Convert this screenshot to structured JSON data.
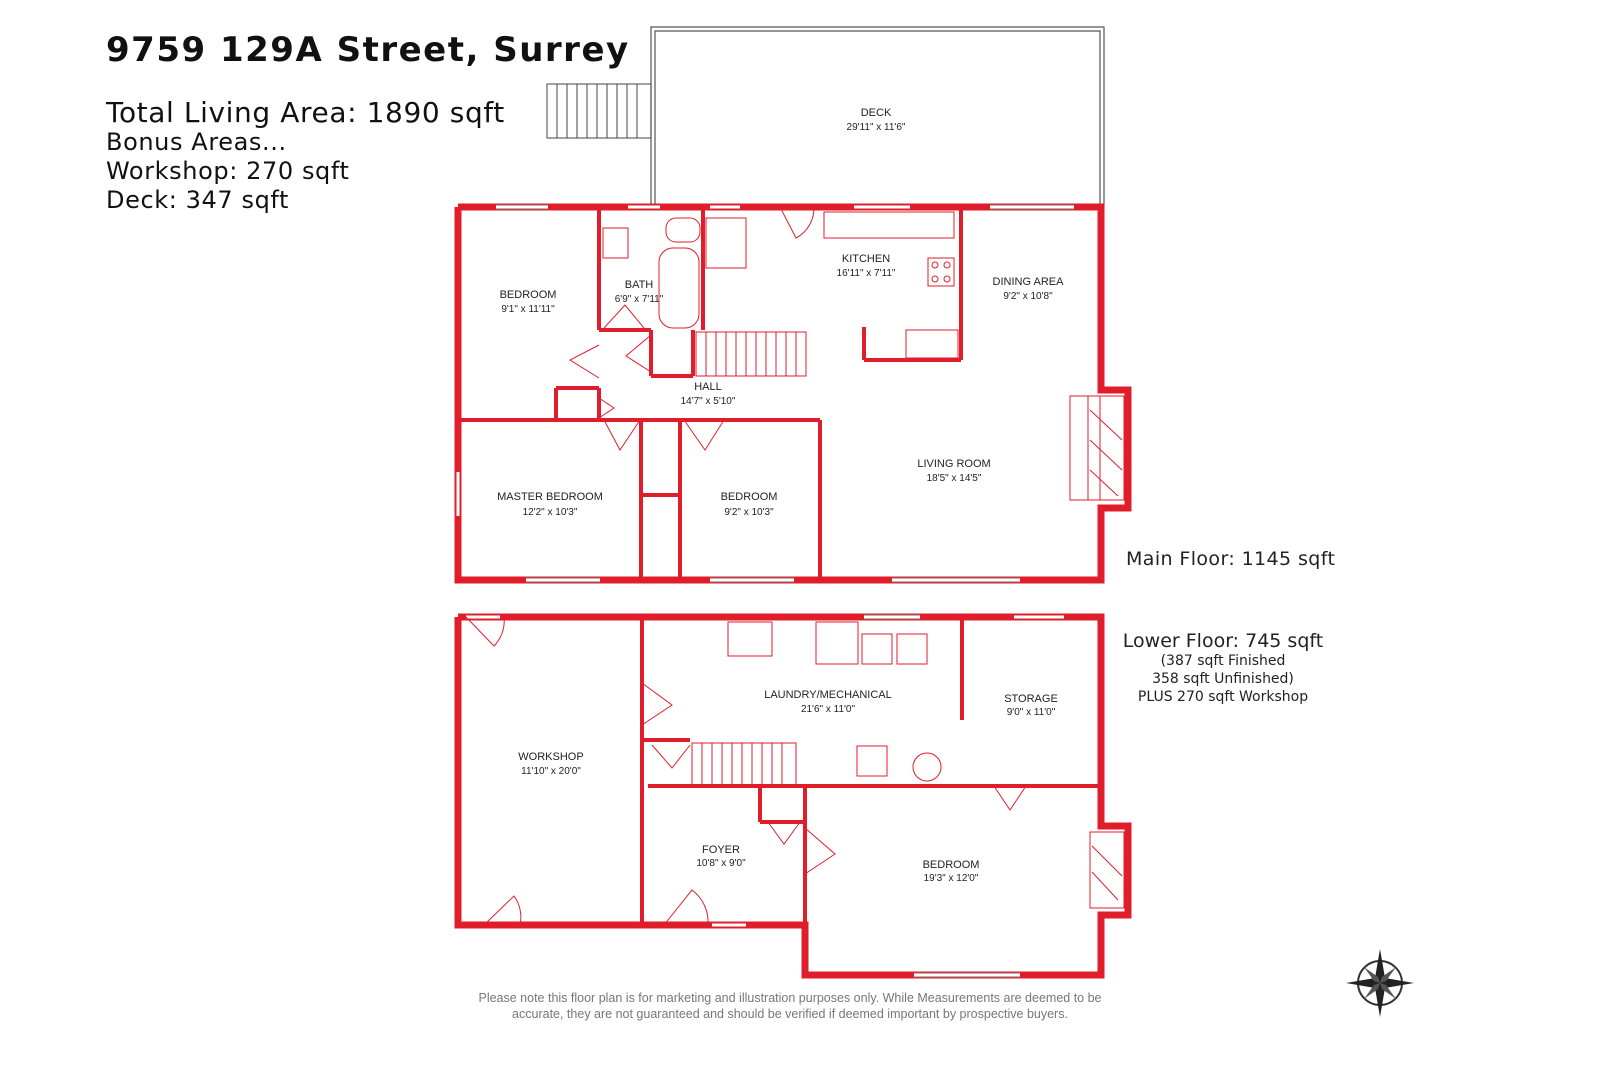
{
  "header": {
    "address": "9759 129A Street, Surrey",
    "total_living_area": "Total Living Area: 1890 sqft",
    "bonus_areas": "Bonus Areas...",
    "workshop_area": "Workshop: 270 sqft",
    "deck_area": "Deck: 347 sqft"
  },
  "main_floor": {
    "label": "Main Floor: 1145 sqft",
    "rooms": {
      "deck": {
        "name": "DECK",
        "dim": "29'11\" x 11'6\""
      },
      "bedroom1": {
        "name": "BEDROOM",
        "dim": "9'1\" x 11'11\""
      },
      "bath": {
        "name": "BATH",
        "dim": "6'9\" x 7'11\""
      },
      "kitchen": {
        "name": "KITCHEN",
        "dim": "16'11\" x 7'11\""
      },
      "dining": {
        "name": "DINING AREA",
        "dim": "9'2\" x 10'8\""
      },
      "hall": {
        "name": "HALL",
        "dim": "14'7\" x 5'10\""
      },
      "master": {
        "name": "MASTER BEDROOM",
        "dim": "12'2\" x 10'3\""
      },
      "bedroom2": {
        "name": "BEDROOM",
        "dim": "9'2\" x 10'3\""
      },
      "living": {
        "name": "LIVING ROOM",
        "dim": "18'5\" x 14'5\""
      }
    }
  },
  "lower_floor": {
    "label": "Lower Floor: 745 sqft",
    "finished": "(387 sqft Finished",
    "unfinished": "358 sqft Unfinished)",
    "plus": "PLUS 270 sqft Workshop",
    "rooms": {
      "workshop": {
        "name": "WORKSHOP",
        "dim": "11'10\" x 20'0\""
      },
      "laundry": {
        "name": "LAUNDRY/MECHANICAL",
        "dim": "21'6\" x 11'0\""
      },
      "storage": {
        "name": "STORAGE",
        "dim": "9'0\" x 11'0\""
      },
      "foyer": {
        "name": "FOYER",
        "dim": "10'8\" x 9'0\""
      },
      "bedroom": {
        "name": "BEDROOM",
        "dim": "19'3\" x 12'0\""
      }
    }
  },
  "disclaimer": {
    "line1": "Please note this floor plan is for marketing and illustration purposes only. While Measurements are deemed to be",
    "line2": "accurate, they are not guaranteed and should be verified if deemed important by prospective buyers."
  },
  "colors": {
    "wall": "#e01e2b",
    "fixture": "#e01e2b",
    "text": "#111111"
  }
}
